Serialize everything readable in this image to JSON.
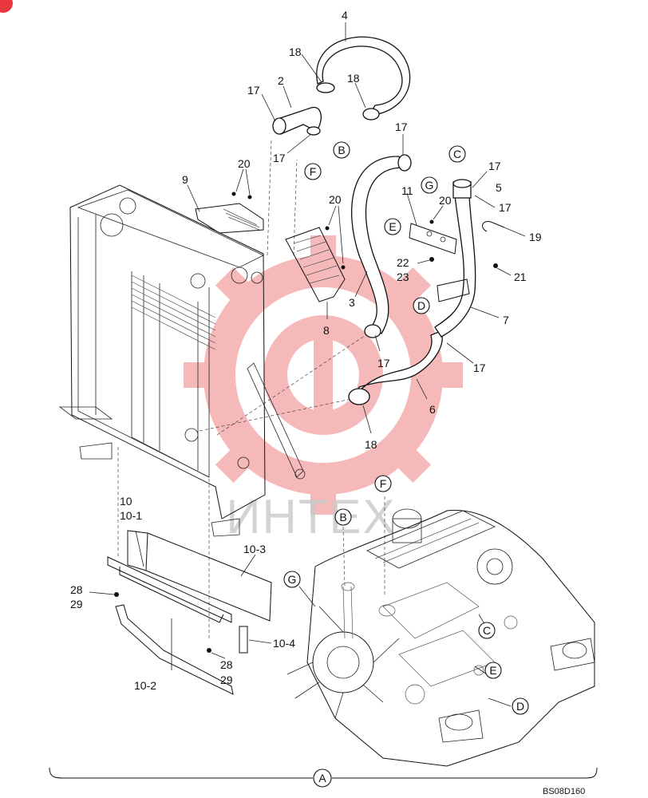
{
  "drawing_code": "BS08D160",
  "watermark": {
    "text": "ИНТЕХ",
    "color": "#e8383d"
  },
  "letters": {
    "A": "A",
    "B": "B",
    "C": "C",
    "D": "D",
    "E": "E",
    "F": "F",
    "G": "G"
  },
  "parts": {
    "p2": "2",
    "p3": "3",
    "p4": "4",
    "p5": "5",
    "p6": "6",
    "p7": "7",
    "p8": "8",
    "p9": "9",
    "p10": "10",
    "p10_1": "10-1",
    "p10_2": "10-2",
    "p10_3": "10-3",
    "p10_4": "10-4",
    "p11": "11",
    "p17": "17",
    "p18": "18",
    "p19": "19",
    "p20": "20",
    "p21": "21",
    "p22": "22",
    "p23": "23",
    "p28": "28",
    "p29": "29"
  }
}
